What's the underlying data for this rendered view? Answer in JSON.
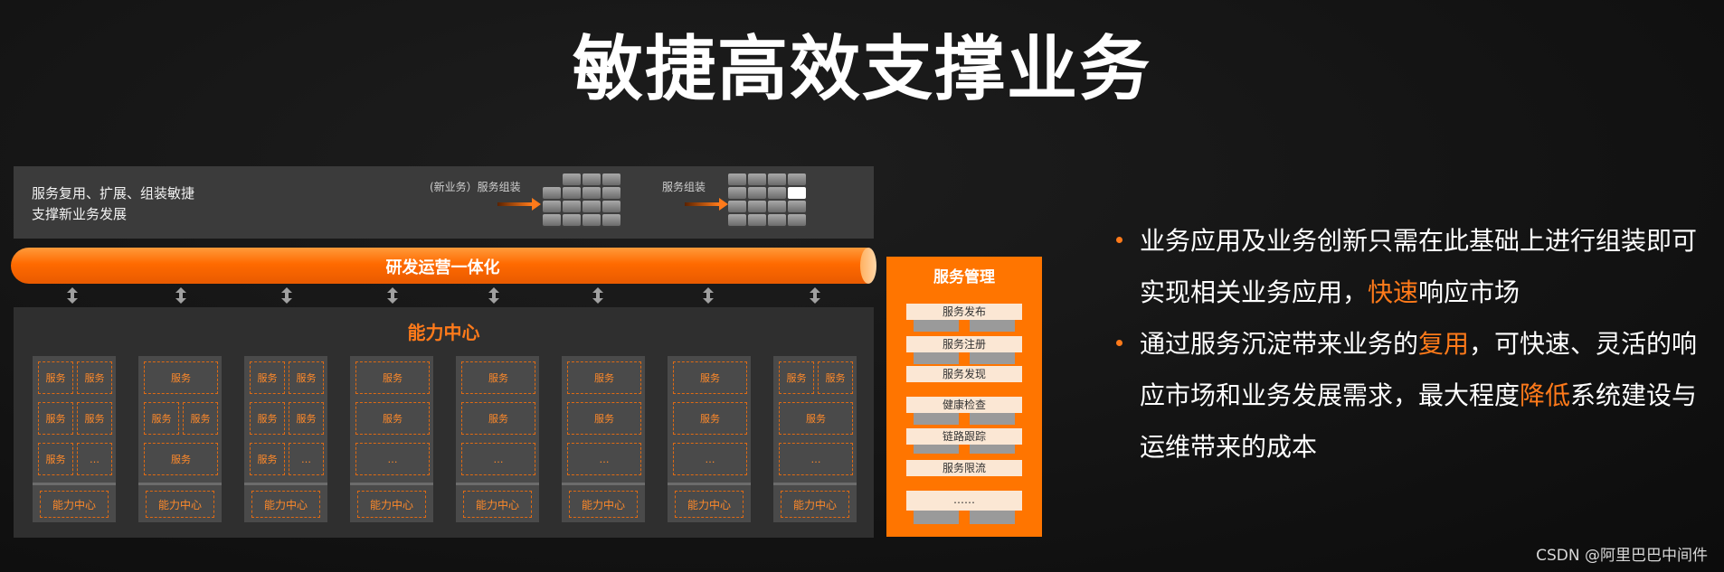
{
  "title": "敏捷高效支撑业务",
  "top_band": {
    "desc_line1": "服务复用、扩展、组装敏捷",
    "desc_line2": "支撑新业务发展",
    "assembly1_label": "(新业务）服务组装",
    "assembly2_label": "服务组装"
  },
  "pipe_label": "研发运营一体化",
  "capability": {
    "title": "能力中心",
    "columns": [
      {
        "cells": [
          "服务",
          "服务",
          "服务",
          "服务",
          "服务",
          "…"
        ],
        "footer": "能力中心"
      },
      {
        "cells": [
          "服务",
          "服务",
          "服务",
          "服务"
        ],
        "footer": "能力中心"
      },
      {
        "cells": [
          "服务",
          "服务",
          "服务",
          "服务",
          "服务",
          "…"
        ],
        "footer": "能力中心"
      },
      {
        "cells": [
          "服务",
          "服务",
          "…"
        ],
        "footer": "能力中心"
      },
      {
        "cells": [
          "服务",
          "服务",
          "…"
        ],
        "footer": "能力中心"
      },
      {
        "cells": [
          "服务",
          "服务",
          "…"
        ],
        "footer": "能力中心"
      },
      {
        "cells": [
          "服务",
          "服务",
          "…"
        ],
        "footer": "能力中心"
      },
      {
        "cells": [
          "服务",
          "服务",
          "服务",
          "…"
        ],
        "footer": "能力中心"
      }
    ]
  },
  "service_mgmt": {
    "title": "服务管理",
    "items": [
      "服务发布",
      "服务注册",
      "服务发现",
      "健康检查",
      "链路跟踪",
      "服务限流",
      "……"
    ]
  },
  "bullets": {
    "b1_pre": "业务应用及业务创新只需在此基础上进行组装即可实现相关业务应用，",
    "b1_hl": "快速",
    "b1_post": "响应市场",
    "b2_pre": "通过服务沉淀带来业务的",
    "b2_hl1": "复用",
    "b2_mid": "，可快速、灵活的响应市场和业务发展需求，最大程度",
    "b2_hl2": "降低",
    "b2_post": "系统建设与运维带来的成本"
  },
  "watermark": "CSDN @阿里巴巴中间件",
  "colors": {
    "accent": "#ff7a1a",
    "panel": "#ff7500",
    "background": "#141414"
  }
}
